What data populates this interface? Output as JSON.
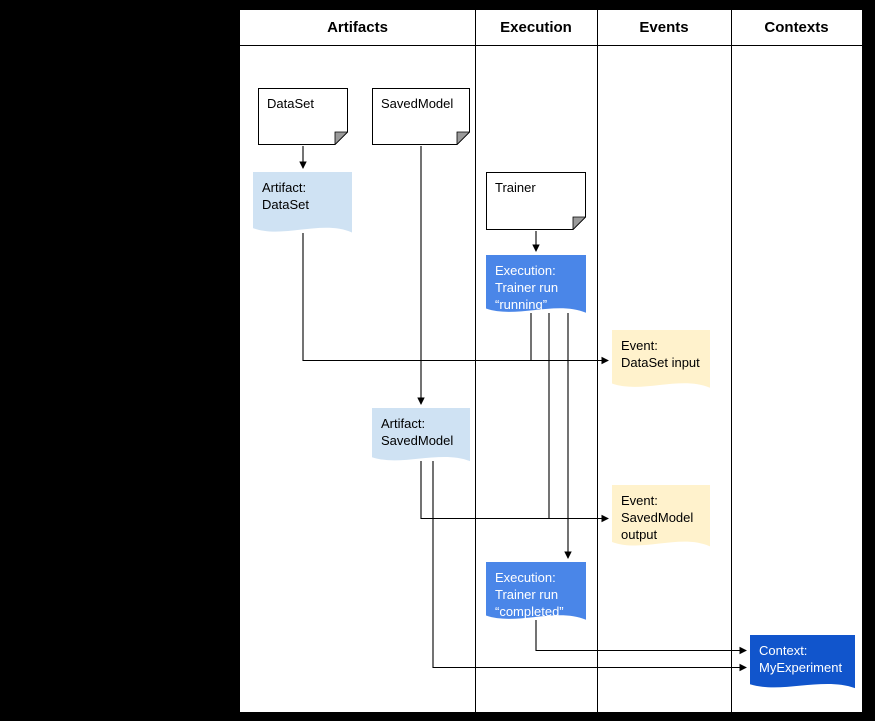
{
  "columns": [
    {
      "id": "artifacts",
      "label": "Artifacts"
    },
    {
      "id": "execution",
      "label": "Execution"
    },
    {
      "id": "events",
      "label": "Events"
    },
    {
      "id": "contexts",
      "label": "Contexts"
    }
  ],
  "nodes": {
    "dataset_type": {
      "label": "DataSet"
    },
    "savedmodel_type": {
      "label": "SavedModel"
    },
    "trainer_type": {
      "label": "Trainer"
    },
    "artifact_dataset": {
      "label": "Artifact:\nDataSet"
    },
    "execution_running": {
      "label": "Execution:\nTrainer run\n“running”"
    },
    "event_dataset_input": {
      "label": "Event:\nDataSet input"
    },
    "artifact_savedmodel": {
      "label": "Artifact:\nSavedModel"
    },
    "event_savedmodel_output": {
      "label": "Event:\nSavedModel\noutput"
    },
    "execution_completed": {
      "label": "Execution:\nTrainer run\n“completed”"
    },
    "context_myexperiment": {
      "label": "Context:\nMyExperiment"
    }
  },
  "colors": {
    "page_bg": "#000000",
    "canvas_bg": "#ffffff",
    "type_fill": "#ffffff",
    "artifact_fill": "#cfe2f3",
    "execution_fill": "#4a86e8",
    "event_fill": "#fff2cc",
    "context_fill": "#1155cc",
    "line": "#000000"
  }
}
